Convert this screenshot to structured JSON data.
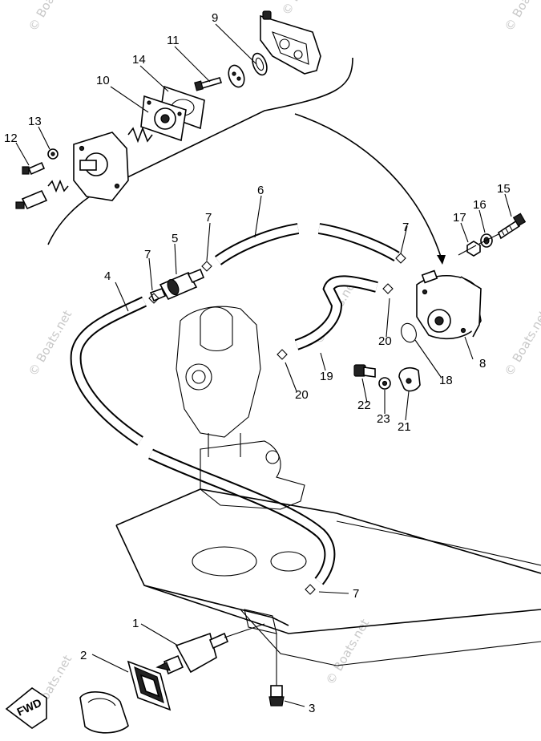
{
  "diagram": {
    "callouts": [
      "1",
      "2",
      "3",
      "4",
      "5",
      "6",
      "7",
      "7",
      "7",
      "7",
      "8",
      "9",
      "10",
      "11",
      "12",
      "13",
      "14",
      "15",
      "16",
      "17",
      "18",
      "19",
      "20",
      "20",
      "21",
      "22",
      "23"
    ],
    "fwd_label": "FWD"
  },
  "watermarks": [
    "© Boats.net",
    "© Boats.net",
    "© Boats.net",
    "© Boats.net",
    "© Boats.net",
    "© Boats.net",
    "© Boats.net",
    "© Boats.net"
  ]
}
